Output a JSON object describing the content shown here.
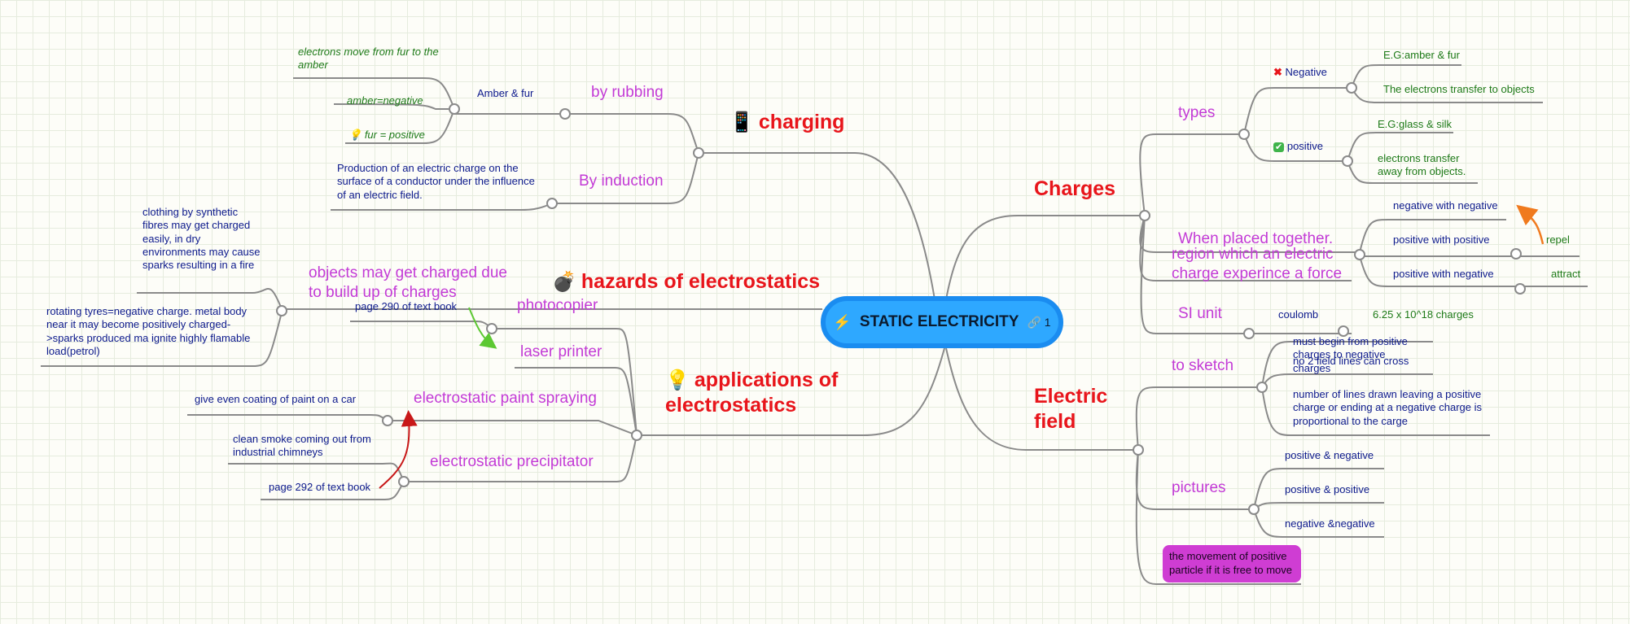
{
  "root": {
    "title": "STATIC ELECTRICITY",
    "link_count": "1",
    "bolt_glyph": "⚡",
    "link_glyph": "🔗"
  },
  "charging": {
    "title": "charging",
    "icon_glyph": "📱",
    "by_rubbing": {
      "label": "by rubbing",
      "amber_fur": "Amber & fur",
      "note1": "electrons move from fur to the amber",
      "note2": "amber=negative",
      "note3": "fur = positive",
      "note3_icon": "💡"
    },
    "by_induction": {
      "label": "By induction",
      "note": "Production of an electric charge on the surface of a conductor under the influence of an electric field."
    }
  },
  "hazards": {
    "title": "hazards of electrostatics",
    "icon_glyph": "💣",
    "objects": {
      "label": "objects may get charged due to build up of charges",
      "note1": "clothing by synthetic fibres may get charged easily, in dry environments may cause sparks resulting in a fire",
      "note2": "rotating tyres=negative charge. metal body near it may become positively charged->sparks produced ma ignite highly flamable load(petrol)"
    }
  },
  "applications": {
    "title": "applications of electrostatics",
    "icon_glyph": "💡",
    "photocopier": {
      "label": "photocopier",
      "note": "page 290 of text book"
    },
    "laser_printer": {
      "label": "laser printer"
    },
    "paint_spraying": {
      "label": "electrostatic paint spraying",
      "note": "give even coating of paint on a car"
    },
    "precipitator": {
      "label": "electrostatic precipitator",
      "note1": "clean smoke coming out from industrial chimneys",
      "note2": "page 292 of text book"
    }
  },
  "charges": {
    "title": "Charges",
    "types": {
      "label": "types",
      "negative": {
        "label": "Negative",
        "icon_glyph": "✖",
        "eg": "E.G:amber & fur",
        "desc": "The electrons transfer to objects"
      },
      "positive": {
        "label": "positive",
        "icon_glyph": "✔",
        "eg": "E.G:glass & silk",
        "desc": "electrons transfer away from objects."
      }
    },
    "together": {
      "label": "When placed together.",
      "item1": "negative with negative",
      "item2": "positive with positive",
      "item3": "positive with negative",
      "repel": "repel",
      "attract": "attract"
    },
    "si_unit": {
      "label": "SI unit",
      "unit": "coulomb",
      "value": "6.25 x 10^18 charges"
    }
  },
  "field": {
    "title": "Electric field",
    "definition": "region which an electric charge experince a force",
    "to_sketch": {
      "label": "to sketch",
      "rule1": "must begin from positive charges to negative charges",
      "rule2": "no 2 field lines can cross",
      "rule3": "number of lines drawn leaving a positive charge or ending at a negative charge is proportional to the carge"
    },
    "pictures": {
      "label": "pictures",
      "item1": "positive & negative",
      "item2": "positive & positive",
      "item3": "negative &negative"
    },
    "callout": "the movement of positive particle if it is free to move"
  },
  "colors": {
    "main_topic": "#e8151b",
    "subtopic": "#c33bd6",
    "leaf": "#0d1a8c",
    "note": "#1e7a18",
    "root_fill": "#2ea8ff",
    "root_border": "#1a8cf0",
    "connector": "#8a8a8a",
    "callout_fill": "#cf3dd3",
    "arrow_green": "#5cc832",
    "arrow_red": "#c81818",
    "arrow_orange": "#f07a1e"
  }
}
